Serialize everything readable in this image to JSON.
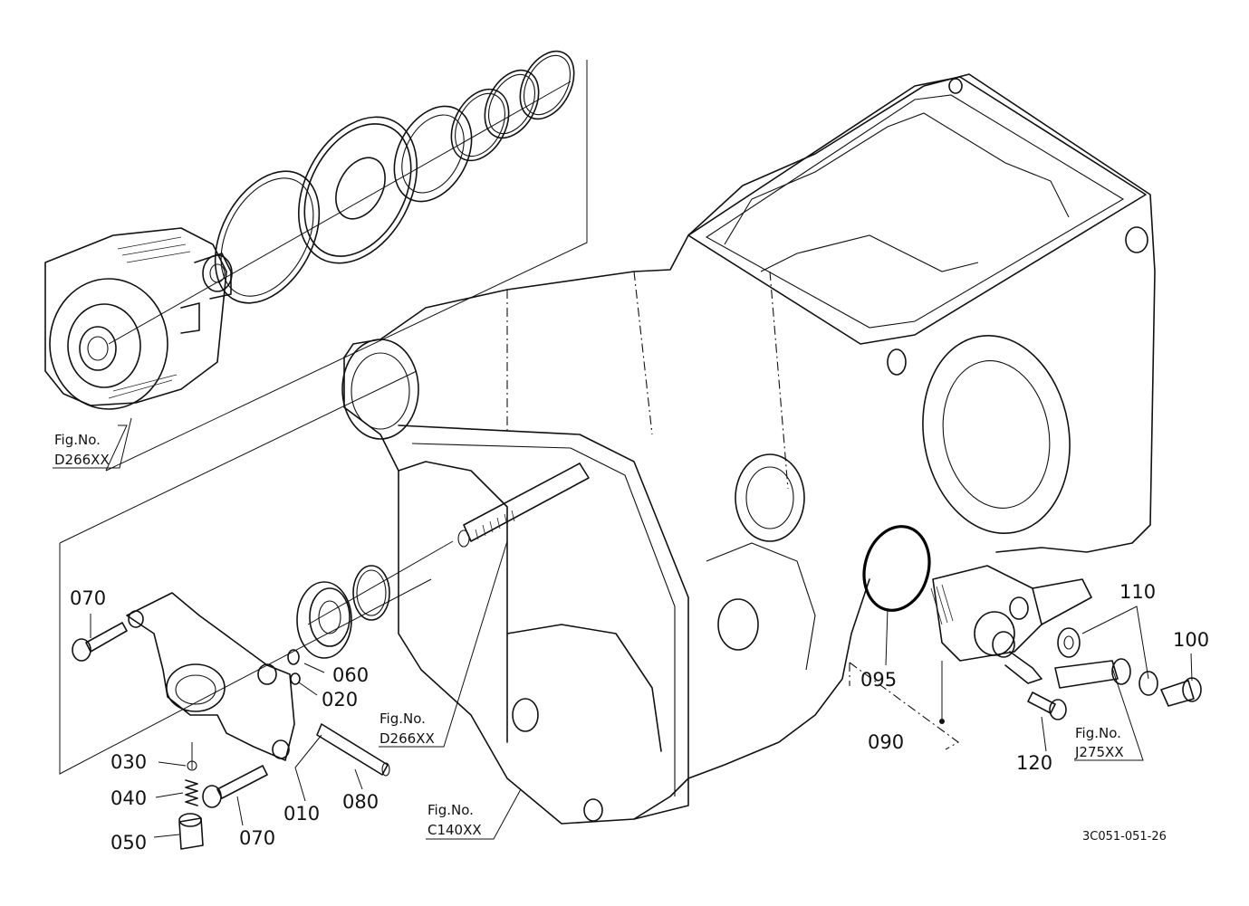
{
  "diagram": {
    "part_labels": [
      {
        "id": "l070a",
        "text": "070"
      },
      {
        "id": "l060",
        "text": "060"
      },
      {
        "id": "l020",
        "text": "020"
      },
      {
        "id": "l030",
        "text": "030"
      },
      {
        "id": "l040",
        "text": "040"
      },
      {
        "id": "l050",
        "text": "050"
      },
      {
        "id": "l070b",
        "text": "070"
      },
      {
        "id": "l010",
        "text": "010"
      },
      {
        "id": "l080",
        "text": "080"
      },
      {
        "id": "l095",
        "text": "095"
      },
      {
        "id": "l090",
        "text": "090"
      },
      {
        "id": "l120",
        "text": "120"
      },
      {
        "id": "l110",
        "text": "110"
      },
      {
        "id": "l100",
        "text": "100"
      }
    ],
    "figure_refs": [
      {
        "id": "f1",
        "line1": "Fig.No.",
        "line2": "D266XX"
      },
      {
        "id": "f2",
        "line1": "Fig.No.",
        "line2": "D266XX"
      },
      {
        "id": "f3",
        "line1": "Fig.No.",
        "line2": "C140XX"
      },
      {
        "id": "f4",
        "line1": "Fig.No.",
        "line2": "J275XX"
      }
    ],
    "drawing_code": "3C051-051-26"
  }
}
